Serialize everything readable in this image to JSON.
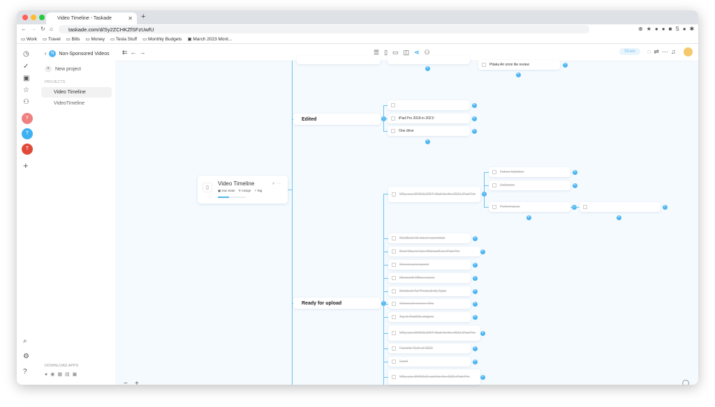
{
  "browser": {
    "tab_title": "Video Timeline - Taskade",
    "url": "taskade.com/d/Sy2ZCHKZfSFzUwfU",
    "bookmarks": [
      "Work",
      "Travel",
      "Bills",
      "Money",
      "Tesla Stuff",
      "Monthly Budgets",
      "March 2023 Mont..."
    ]
  },
  "rail": {
    "avatars": [
      {
        "letter": "Y",
        "color": "#f08080"
      },
      {
        "letter": "T",
        "color": "#3fb1f2"
      },
      {
        "letter": "T",
        "color": "#e04a3a"
      }
    ]
  },
  "sidebar": {
    "workspace": "Non-Sponsored Videos",
    "workspace_badge": "N",
    "new_project": "New project",
    "section": "PROJECTS",
    "projects": [
      "Video Timeline",
      "VideoTimeline"
    ],
    "download_label": "DOWNLOAD APPS"
  },
  "topbar": {
    "share": "Share",
    "active_view": "mind-map"
  },
  "root": {
    "title": "Video Timeline",
    "due": "Due Date",
    "assign": "Assign",
    "tag": "Tag",
    "progress": 0.4
  },
  "branches": {
    "edited": "Edited",
    "ready": "Ready for upload"
  },
  "nodes": {
    "pitaka": "Pitaka Air omni lite review",
    "edited_children": [
      "",
      "iPad Pro 2018 in 2021!",
      "One drive"
    ],
    "wait_node": "Why you SHOULDN'T Wait for the 2021 iPad Pro",
    "wait_children": [
      "Future Updates",
      "Unknown",
      "Performance"
    ],
    "performance_child": "",
    "ready_children": [
      "MacBook Air travel essentials",
      "Best Way to Use Microsoft on iPad Pro",
      "Monect powerpoint",
      "Microsoft Office review",
      "Macbook Air Productivity Apps",
      "Osmosed review: Ohz",
      "Top 5 iPadOS widgets",
      "Why you SHOULDN'T Wait for the 2021 iPad Pro",
      "Favorite Tech of 2021",
      "Excel",
      "Why you SHOULD wait for the 2021 iPad Pro"
    ]
  },
  "colors": {
    "accent": "#4db5f0",
    "canvas": "#f5fafe"
  }
}
